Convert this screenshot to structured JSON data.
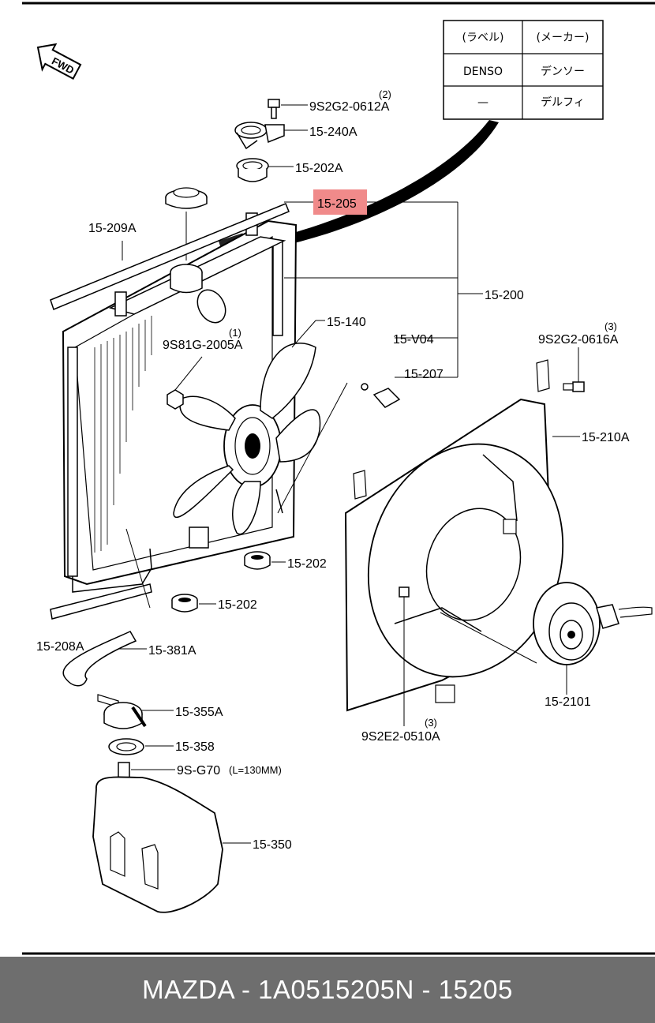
{
  "table": {
    "header_label": "(ラベル)",
    "header_maker": "(メーカー)",
    "rows": [
      {
        "label": "DENSO",
        "maker": "デンソー"
      },
      {
        "label": "—",
        "maker": "デルフィ"
      }
    ]
  },
  "fwd_label": "FWD",
  "parts": {
    "p_9s2g2_0612a": "9S2G2-0612A",
    "p_9s2g2_0612a_qty": "(2)",
    "p_15_240a": "15-240A",
    "p_15_202a": "15-202A",
    "p_15_205": "15-205",
    "p_15_209a": "15-209A",
    "p_15_200": "15-200",
    "p_15_140": "15-140",
    "p_9s81g_2005a": "9S81G-2005A",
    "p_9s81g_2005a_qty": "(1)",
    "p_15_v04": "15-V04",
    "p_15_207": "15-207",
    "p_9s2g2_0616a": "9S2G2-0616A",
    "p_9s2g2_0616a_qty": "(3)",
    "p_15_210a": "15-210A",
    "p_15_202_a": "15-202",
    "p_15_202_b": "15-202",
    "p_15_208a": "15-208A",
    "p_15_381a": "15-381A",
    "p_15_355a": "15-355A",
    "p_15_358": "15-358",
    "p_9s_g70": "9S-G70",
    "p_9s_g70_note": "(L=130MM)",
    "p_15_350": "15-350",
    "p_15_2101": "15-2101",
    "p_9s2e2_0510a": "9S2E2-0510A",
    "p_9s2e2_0510a_qty": "(3)"
  },
  "highlight_color": "#f08a8a",
  "footer": {
    "brand_part": "MAZDA - 1A0515205",
    "ref": "N - 15205"
  }
}
